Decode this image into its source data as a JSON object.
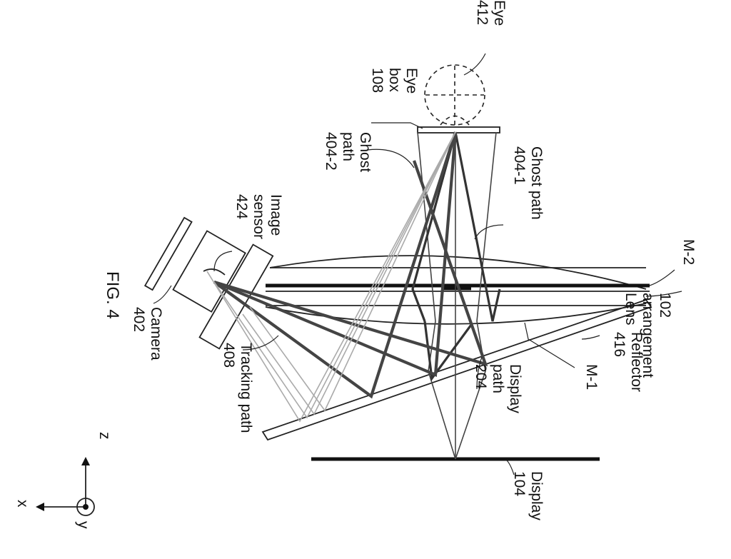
{
  "figure_label": "FIG. 4",
  "labels": {
    "eye": [
      "Eye",
      "412"
    ],
    "eye_box": [
      "Eye",
      "box",
      "108"
    ],
    "ghost_path_2": [
      "Ghost",
      "path",
      "404-2"
    ],
    "ghost_path_1": [
      "Ghost path",
      "404-1"
    ],
    "image_sensor": [
      "Image",
      "sensor",
      "424"
    ],
    "camera": [
      "Camera",
      "402"
    ],
    "tracking_path": [
      "Tracking path",
      "408"
    ],
    "display_path": [
      "Display",
      "path",
      "204"
    ],
    "display": [
      "Display",
      "104"
    ],
    "reflector": [
      "Reflector",
      "416"
    ],
    "lens_arrangement": [
      "Lens",
      "arrangement",
      "102"
    ],
    "m1": "M-1",
    "m2": "M-2"
  },
  "axes": {
    "z": "z",
    "x": "x",
    "y": "y"
  }
}
